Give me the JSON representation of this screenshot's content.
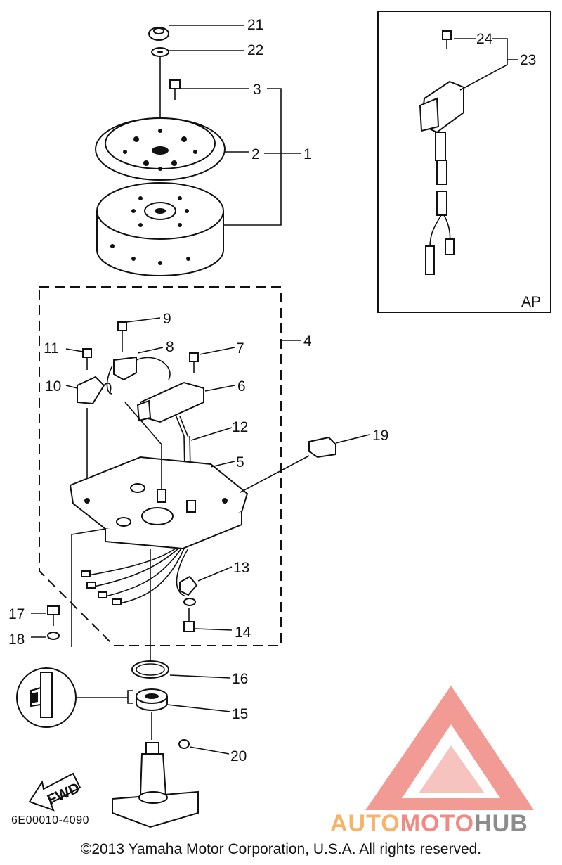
{
  "labels": {
    "p1": "1",
    "p2": "2",
    "p3": "3",
    "p4": "4",
    "p5": "5",
    "p6": "6",
    "p7": "7",
    "p8": "8",
    "p9": "9",
    "p10": "10",
    "p11": "11",
    "p12": "12",
    "p13": "13",
    "p14": "14",
    "p15": "15",
    "p16": "16",
    "p17": "17",
    "p18": "18",
    "p19": "19",
    "p20": "20",
    "p21": "21",
    "p22": "22",
    "p23": "23",
    "p24": "24"
  },
  "inset_tag": "AP",
  "fwd_label": "FWD",
  "diagram_code": "6E00010-4090",
  "copyright": "©2013 Yamaha Motor Corporation, U.S.A. All rights reserved.",
  "watermark": {
    "auto": "AUTO",
    "moto": "MOTO",
    "hub": "HUB",
    "colors": {
      "auto": "#f6b46a",
      "moto": "#f08a83",
      "hub": "#8c8c8c",
      "logo": "#f08a83"
    }
  }
}
